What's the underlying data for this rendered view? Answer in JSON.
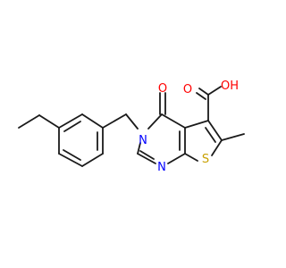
{
  "molecule": {
    "atoms": {
      "o_carbonyl_acid": {
        "symbol": "O",
        "color": "#ff0000"
      },
      "o_hydroxyl": {
        "symbol": "OH",
        "color": "#ff0000"
      },
      "o_ring_carbonyl": {
        "symbol": "O",
        "color": "#ff0000"
      },
      "n3": {
        "symbol": "N",
        "color": "#0000ff"
      },
      "n1": {
        "symbol": "N",
        "color": "#0000ff"
      },
      "s": {
        "symbol": "S",
        "color": "#c8a000"
      }
    },
    "bond_color": "#1a1a1a"
  }
}
